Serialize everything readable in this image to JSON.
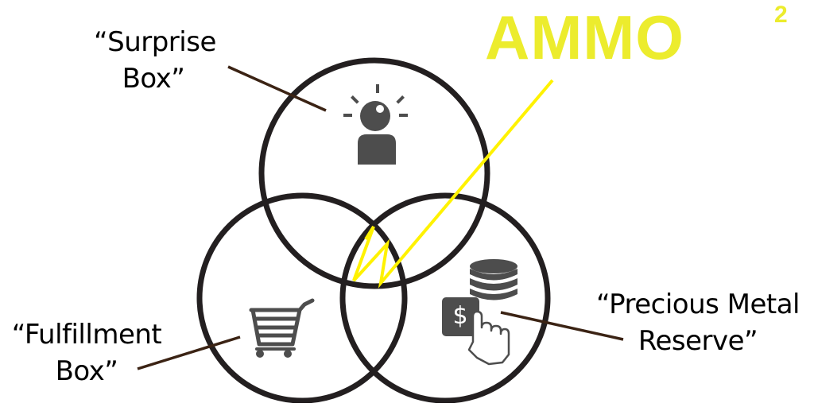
{
  "brand": {
    "name": "AMMO",
    "superscript": "2",
    "color": "#ECEC2D"
  },
  "labels": {
    "surprise_box": {
      "line1": "“Surprise",
      "line2": "Box”"
    },
    "fulfillment_box": {
      "line1": "“Fulfillment",
      "line2": "Box”"
    },
    "precious_metal_reserve": {
      "line1": "“Precious Metal",
      "line2": "Reserve”"
    }
  },
  "icons": {
    "surprise_box": "person-idea-icon",
    "fulfillment_box": "shopping-cart-icon",
    "precious_metal_reserve": "coin-stack-pay-icon"
  },
  "colors": {
    "circle_stroke": "#231F20",
    "icon_fill": "#4D4D4D",
    "leader_line": "#3B2314",
    "bolt": "#FFF200"
  }
}
